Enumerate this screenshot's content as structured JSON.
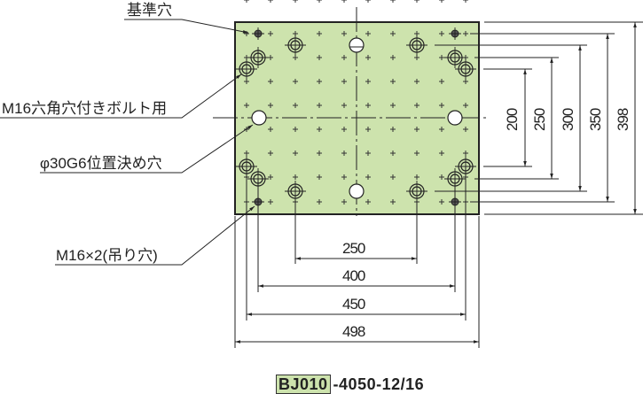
{
  "callouts": {
    "reference_hole": "基準穴",
    "hex_socket_bolt": "M16六角穴付きボルト用",
    "locating_hole": "φ30G6位置決め穴",
    "lifting_hole": "M16×2(吊り穴)"
  },
  "dimensions": {
    "horizontal": [
      "250",
      "400",
      "450",
      "498"
    ],
    "vertical": [
      "200",
      "250",
      "300",
      "350",
      "398"
    ]
  },
  "part_number": {
    "series": "BJ010",
    "suffix": "-4050-12/16"
  },
  "colors": {
    "plate_fill": "#cde3ad",
    "outline": "#222222"
  }
}
